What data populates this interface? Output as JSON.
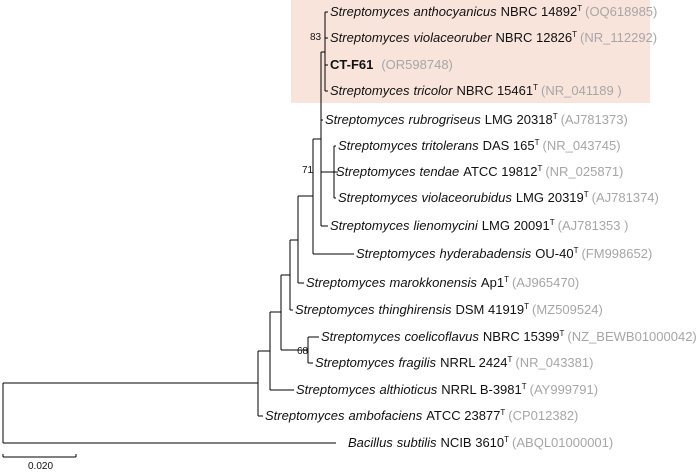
{
  "highlight_color": "#f9e4dc",
  "accession_color": "#a6a6a6",
  "line_color": "#000000",
  "scale_bar": {
    "label": "0.020"
  },
  "bootstrap": [
    {
      "id": "bs-83",
      "value": "83"
    },
    {
      "id": "bs-71",
      "value": "71"
    },
    {
      "id": "bs-68",
      "value": "68"
    }
  ],
  "leaves": [
    {
      "genus": "Streptomyces",
      "species": "anthocyanicus",
      "strain": "NBRC 14892",
      "type": "T",
      "accession": "(OQ618985)"
    },
    {
      "genus": "Streptomyces",
      "species": "violaceoruber",
      "strain": "NBRC 12826",
      "type": "T",
      "accession": "(NR_112292)"
    },
    {
      "name": "CT-F61",
      "accession": "(OR598748)"
    },
    {
      "genus": "Streptomyces",
      "species": "tricolor",
      "strain": "NBRC 15461",
      "type": "T",
      "accession": "(NR_041189 )"
    },
    {
      "genus": "Streptomyces",
      "species": "rubrogriseus",
      "strain": "LMG 20318",
      "type": "T",
      "accession": "(AJ781373)"
    },
    {
      "genus": "Streptomyces",
      "species": "tritolerans",
      "strain": "DAS 165",
      "type": "T",
      "accession": "(NR_043745)"
    },
    {
      "genus": "Streptomyces",
      "species": "tendae",
      "strain": "ATCC 19812",
      "type": "T",
      "accession": "(NR_025871)"
    },
    {
      "genus": "Streptomyces",
      "species": "violaceorubidus",
      "strain": "LMG 20319",
      "type": "T",
      "accession": "(AJ781374)"
    },
    {
      "genus": "Streptomyces",
      "species": "lienomycini",
      "strain": "LMG 20091",
      "type": "T",
      "accession": "(AJ781353 )"
    },
    {
      "genus": "Streptomyces",
      "species": "hyderabadensis",
      "strain": "OU-40",
      "type": "T",
      "accession": "(FM998652)"
    },
    {
      "genus": "Streptomyces",
      "species": "marokkonensis",
      "strain": "Ap1",
      "type": "T",
      "accession": "(AJ965470)"
    },
    {
      "genus": "Streptomyces",
      "species": "thinghirensis",
      "strain": "DSM 41919",
      "type": "T",
      "accession": "(MZ509524)"
    },
    {
      "genus": "Streptomyces",
      "species": "coelicoflavus",
      "strain": "NBRC 15399",
      "type": "T",
      "accession": "(NZ_BEWB01000042)"
    },
    {
      "genus": "Streptomyces",
      "species": "fragilis",
      "strain": "NRRL 2424",
      "type": "T",
      "accession": "(NR_043381)"
    },
    {
      "genus": "Streptomyces",
      "species": "althioticus",
      "strain": "NRRL B-3981",
      "type": "T",
      "accession": "(AY999791)"
    },
    {
      "genus": "Streptomyces",
      "species": "ambofaciens",
      "strain": "ATCC 23877",
      "type": "T",
      "accession": "(CP012382)"
    },
    {
      "genus": "Bacillus",
      "species": "subtilis",
      "strain": "NCIB 3610",
      "type": "T",
      "accession": "(ABQL01000001)"
    }
  ]
}
